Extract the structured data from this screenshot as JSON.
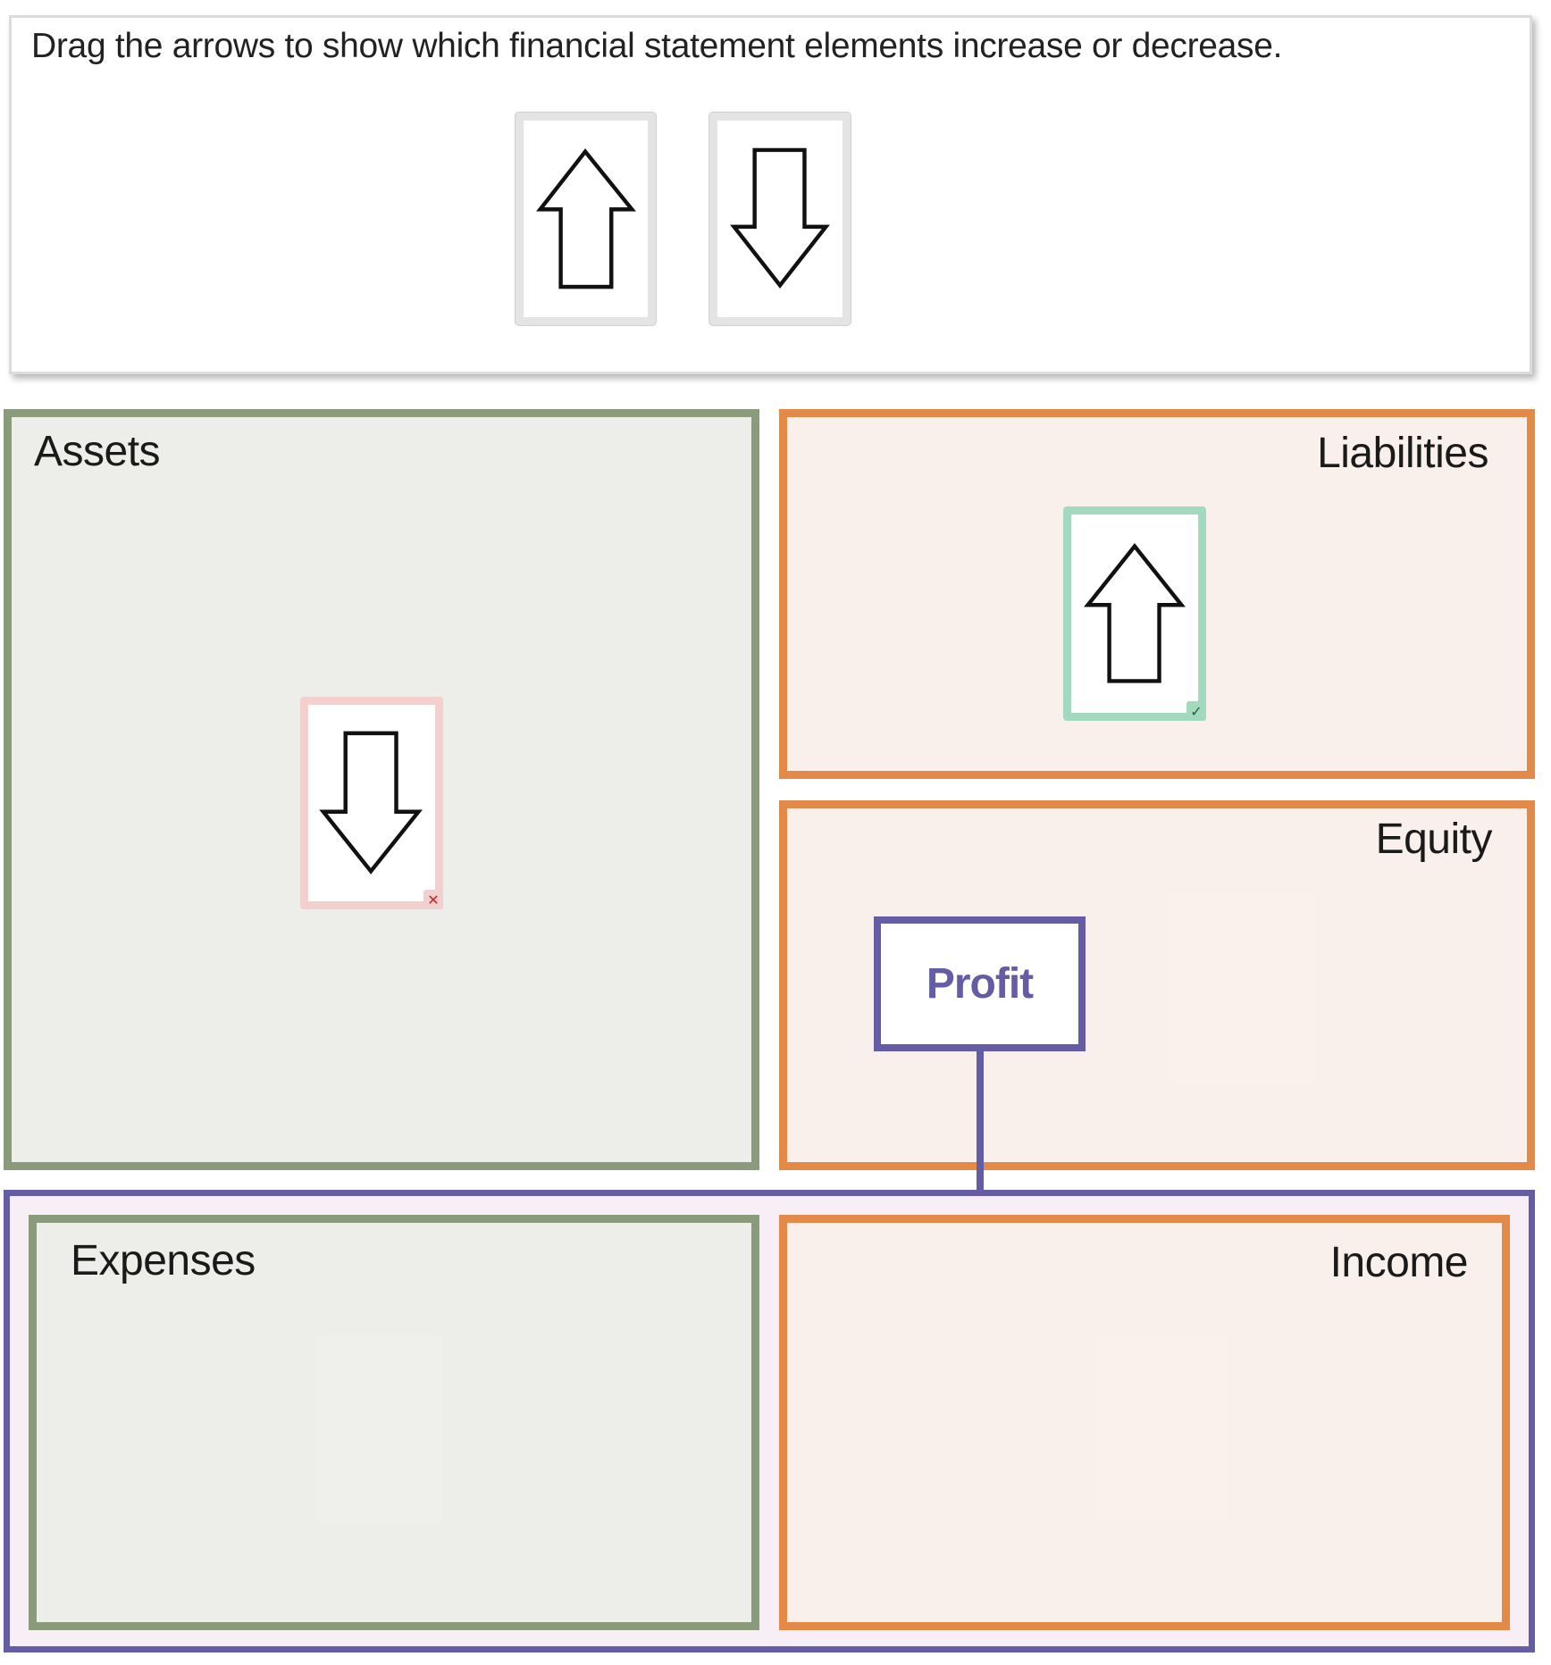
{
  "instruction": "Drag the arrows to show which financial statement elements increase or decrease.",
  "arrow_bank": [
    {
      "direction": "up",
      "icon": "arrow-up-icon"
    },
    {
      "direction": "down",
      "icon": "arrow-down-icon"
    }
  ],
  "categories": {
    "assets": {
      "label": "Assets",
      "placed_arrow": "down",
      "status": "incorrect"
    },
    "liabilities": {
      "label": "Liabilities",
      "placed_arrow": "up",
      "status": "correct"
    },
    "equity": {
      "label": "Equity"
    },
    "expenses": {
      "label": "Expenses"
    },
    "income": {
      "label": "Income"
    }
  },
  "profit": {
    "label": "Profit"
  },
  "colors": {
    "asset_border": "#8a9b7b",
    "liability_border": "#e48a49",
    "profit": "#645ca4",
    "correct": "#a3d9bd",
    "incorrect": "#f3cfcd"
  }
}
